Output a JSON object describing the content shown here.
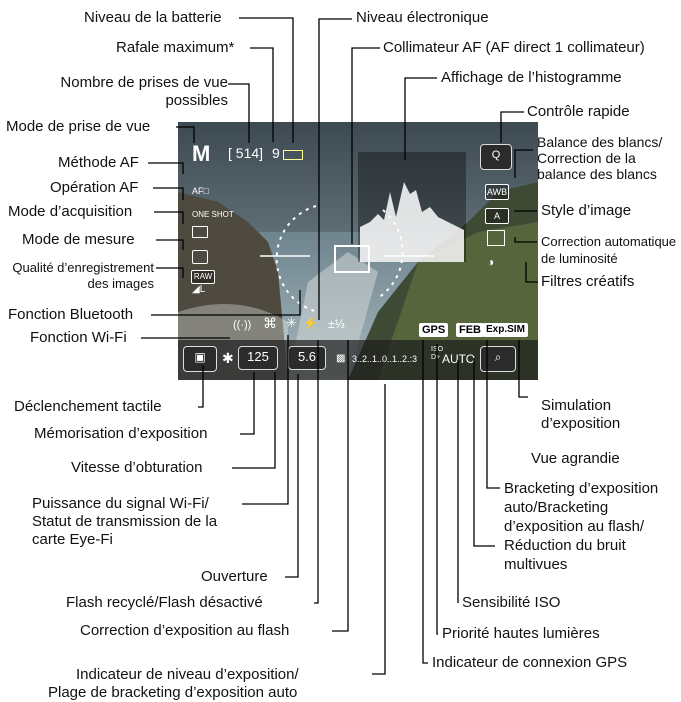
{
  "screen": {
    "mode": "M",
    "shots_left": "[ 514]",
    "burst": "9",
    "af_method": "AF□",
    "af_operation": "ONE SHOT",
    "quality": "RAW",
    "quality_sub": "◢L",
    "wifi": "((·))",
    "flash_exp_comp": "±⅓",
    "gps": "GPS",
    "feb": "FEB",
    "expsim": "Exp.SIM",
    "shutter": "125",
    "aperture": "5.6",
    "exposure_scale": "3..2..1..0..1..2.:3",
    "iso": "AUTO",
    "iso_tag": "ISO D+",
    "quick_icon": "Q",
    "wb_icon": "AWB",
    "style_icon": "A",
    "zoom_icon": "⌕"
  },
  "labels": {
    "battery": "Niveau de la batterie",
    "burst": "Rafale maximum*",
    "shots_line1": "Nombre de prises de vue",
    "shots_line2": "possibles",
    "mode": "Mode de prise de vue",
    "af_method": "Méthode AF",
    "af_operation": "Opération AF",
    "drive": "Mode d’acquisition",
    "metering": "Mode de mesure",
    "quality_line1": "Qualité d’enregistrement",
    "quality_line2": "des images",
    "bluetooth": "Fonction Bluetooth",
    "wifi": "Fonction Wi-Fi",
    "touch": "Déclenchement tactile",
    "ae_lock": "Mémorisation d’exposition",
    "shutter": "Vitesse d’obturation",
    "wifi_signal_1": "Puissance du signal Wi-Fi/",
    "wifi_signal_2": "Statut de transmission de la",
    "wifi_signal_3": "carte Eye-Fi",
    "aperture": "Ouverture",
    "flash_ready": "Flash recyclé/Flash désactivé",
    "flash_comp": "Correction d’exposition au flash",
    "exp_level_1": "Indicateur de niveau d’exposition/",
    "exp_level_2": "Plage de bracketing d’exposition auto",
    "level": "Niveau électronique",
    "af_point": "Collimateur AF (AF direct 1 collimateur)",
    "histogram": "Affichage de l’histogramme",
    "quick": "Contrôle rapide",
    "wb_1": "Balance des blancs/",
    "wb_2": "Correction de la",
    "wb_3": "balance des blancs",
    "style": "Style d’image",
    "alo_1": "Correction automatique",
    "alo_2": "de luminosité",
    "creative": "Filtres créatifs",
    "expsim_1": "Simulation",
    "expsim_2": "d’exposition",
    "zoom": "Vue agrandie",
    "aeb_1": "Bracketing d’exposition",
    "aeb_2": "auto/Bracketing",
    "aeb_3": "d’exposition au flash/",
    "aeb_4": "Réduction du bruit",
    "aeb_5": "multivues",
    "iso": "Sensibilité ISO",
    "highlight": "Priorité hautes lumières",
    "gps": "Indicateur de connexion GPS"
  }
}
